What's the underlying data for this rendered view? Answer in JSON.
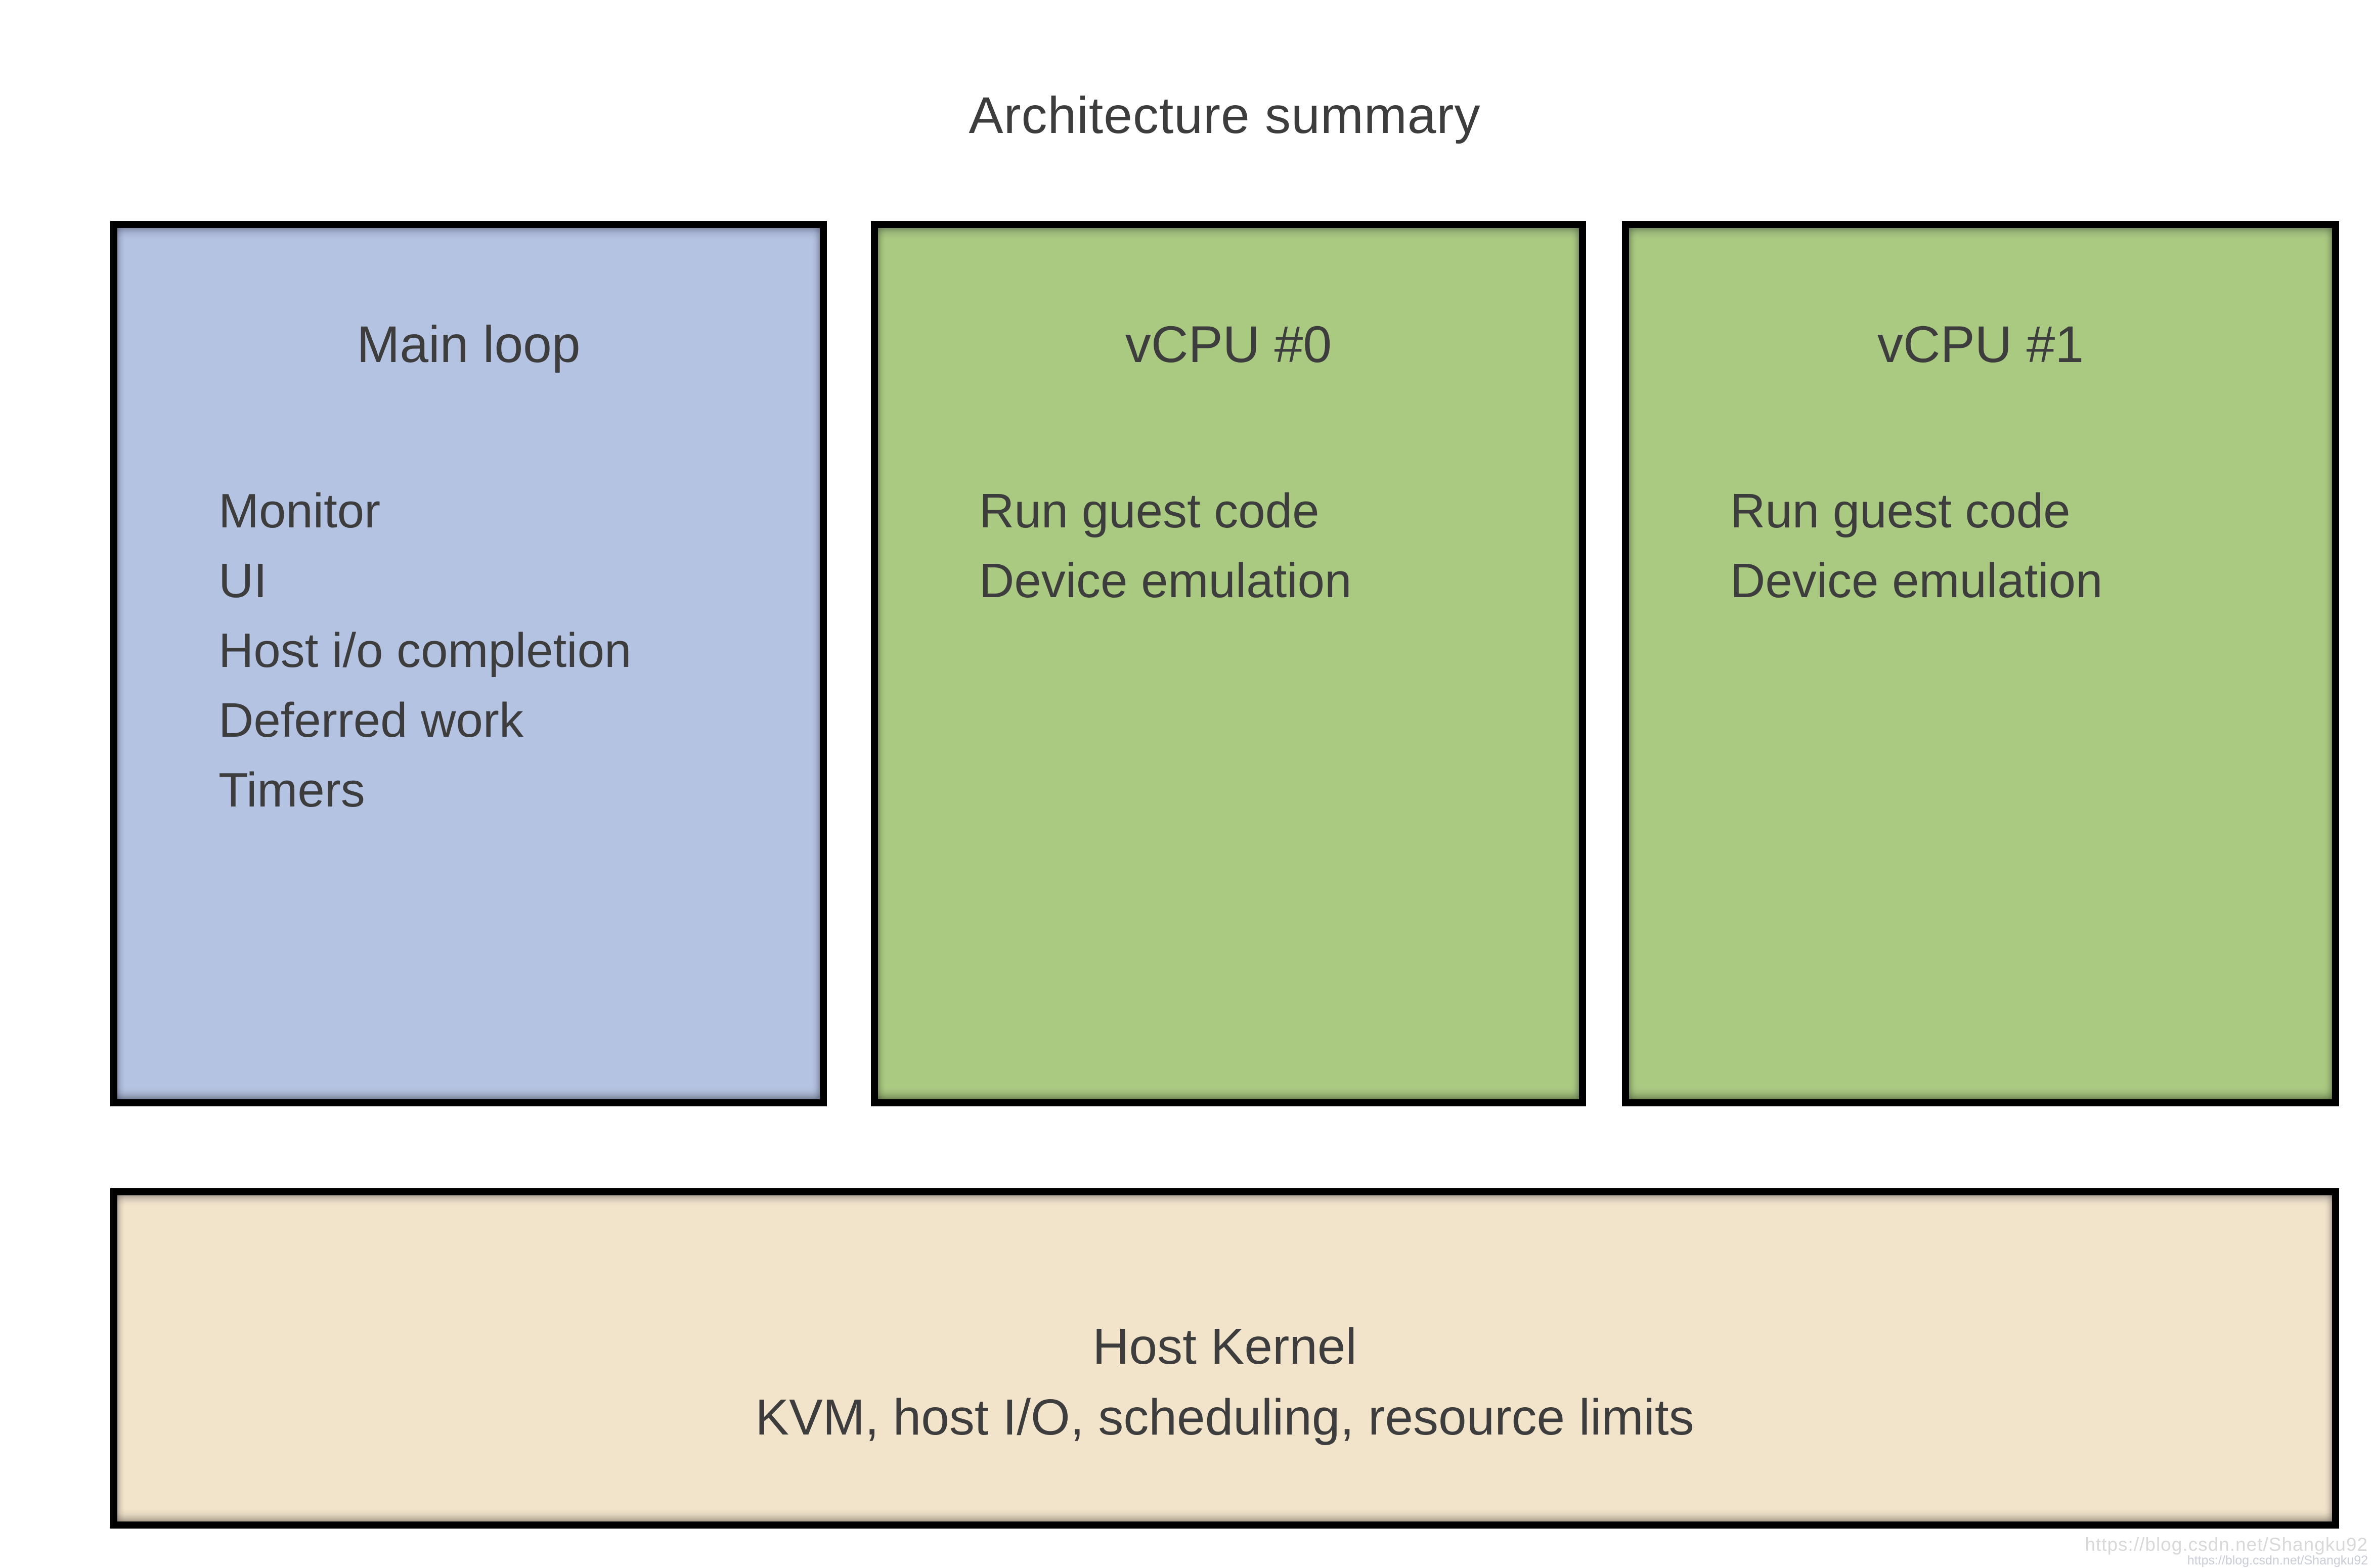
{
  "page": {
    "title": "Architecture summary",
    "background": "#ffffff"
  },
  "colors": {
    "border": "#000000",
    "text": "#3d3d3d",
    "main_loop_fill": "#b5c3e2",
    "vcpu_fill": "#aaca82",
    "host_kernel_fill": "#f2e4cb",
    "watermark_large": "#d9d9d9",
    "watermark_small": "#c9cdd9"
  },
  "boxes": {
    "main_loop": {
      "title": "Main loop",
      "items": [
        "Monitor",
        "UI",
        "Host i/o completion",
        "Deferred work",
        "Timers"
      ]
    },
    "vcpu0": {
      "title": "vCPU #0",
      "items": [
        "Run guest code",
        "Device emulation"
      ]
    },
    "vcpu1": {
      "title": "vCPU #1",
      "items": [
        "Run guest code",
        "Device emulation"
      ]
    },
    "host_kernel": {
      "title": "Host Kernel",
      "subtitle": "KVM, host I/O, scheduling, resource limits"
    }
  },
  "watermark": {
    "large": "https://blog.csdn.net/Shangku92",
    "small": "https://blog.csdn.net/Shangku92"
  }
}
